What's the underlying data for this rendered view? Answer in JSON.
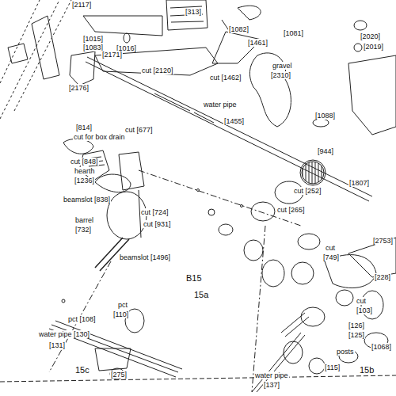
{
  "diagram": {
    "labels": [
      "[2117]",
      "[313]",
      "[1082]",
      "[1081]",
      "[1015]",
      "[1083]",
      "[1016]",
      "[1461]",
      "[2020]",
      "[2019]",
      "[2171]",
      "cut [2120]",
      "cut [1462]",
      "gravel",
      "[2310]",
      "water pipe",
      "[2176]",
      "[1455]",
      "[1088]",
      "[814]",
      "cut for box drain",
      "cut [677]",
      "cut [848]",
      "hearth",
      "[1236]",
      "[944]",
      "[1807]",
      "cut [252]",
      "cut [265]",
      "beamslot [838]",
      "barrel",
      "[732]",
      "cut [724]",
      "cut [931]",
      "[2753]",
      "cut",
      "[749]",
      "beamslot [1496]",
      "B15",
      "[228]",
      "15a",
      "cut",
      "[103]",
      "pct",
      "[110]",
      "pct [108]",
      "water pipe [130]",
      "[126]",
      "[125]",
      "[131]",
      "posts",
      "[1068]",
      "15c",
      "[275]",
      "[115]",
      "15b",
      "water pipe",
      "[137]"
    ]
  }
}
